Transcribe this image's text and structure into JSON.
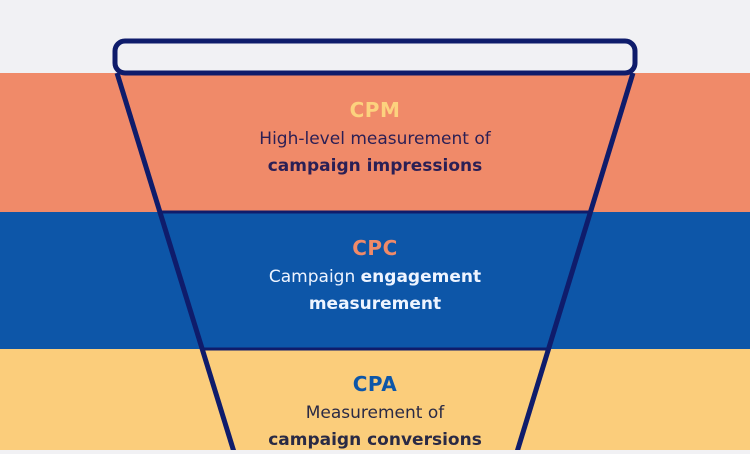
{
  "colors": {
    "background": "#f1f1f4",
    "cpm_band": "#f08a69",
    "cpc_band": "#0d56a8",
    "cpa_band": "#fbcd7b",
    "funnel_outline": "#0f1c6b"
  },
  "stages": [
    {
      "id": "cpm",
      "title": "CPM",
      "desc_plain": "High-level measurement of",
      "desc_bold": "campaign impressions"
    },
    {
      "id": "cpc",
      "title": "CPC",
      "desc_plain": "Campaign",
      "desc_bold": "engagement",
      "desc_bold2": "measurement"
    },
    {
      "id": "cpa",
      "title": "CPA",
      "desc_plain": "Measurement of",
      "desc_bold": "campaign conversions"
    }
  ]
}
